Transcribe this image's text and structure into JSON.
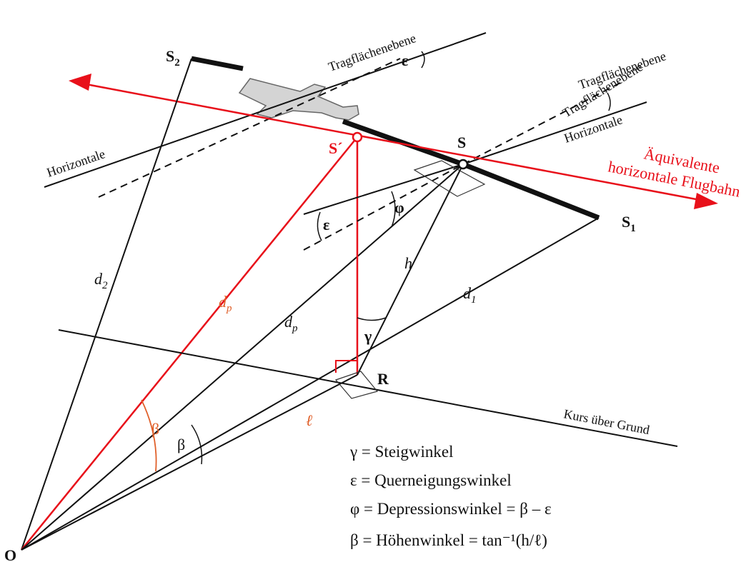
{
  "points": {
    "S2": "S",
    "S2_sub": "2",
    "S": "S",
    "S1": "S",
    "S1_sub": "1",
    "S_prime": "S´",
    "R": "R",
    "O": "O"
  },
  "labels": {
    "tragflaechenebene": "Tragflächenebene",
    "horizontale": "Horizontale",
    "flight_path_line1": "Äquivalente",
    "flight_path_line2": "horizontale Flugbahn",
    "kurs": "Kurs über Grund"
  },
  "segments": {
    "d2": "d",
    "d2_sub": "2",
    "d1": "d",
    "d1_sub": "1",
    "dp": "d",
    "dp_sub": "p",
    "h": "h",
    "ell": "ℓ"
  },
  "angles": {
    "epsilon": "ε",
    "phi": "φ",
    "gamma": "γ",
    "beta": "β"
  },
  "legend": [
    {
      "text": "γ = Steigwinkel"
    },
    {
      "text": "ε = Querneigungswinkel"
    },
    {
      "text": "φ = Depressionswinkel = β – ε"
    },
    {
      "text": "β = Höhenwinkel    = tan⁻¹(h/ℓ)"
    }
  ],
  "colors": {
    "red": "#e8101a",
    "orange": "#e0602a",
    "black": "#111111"
  }
}
